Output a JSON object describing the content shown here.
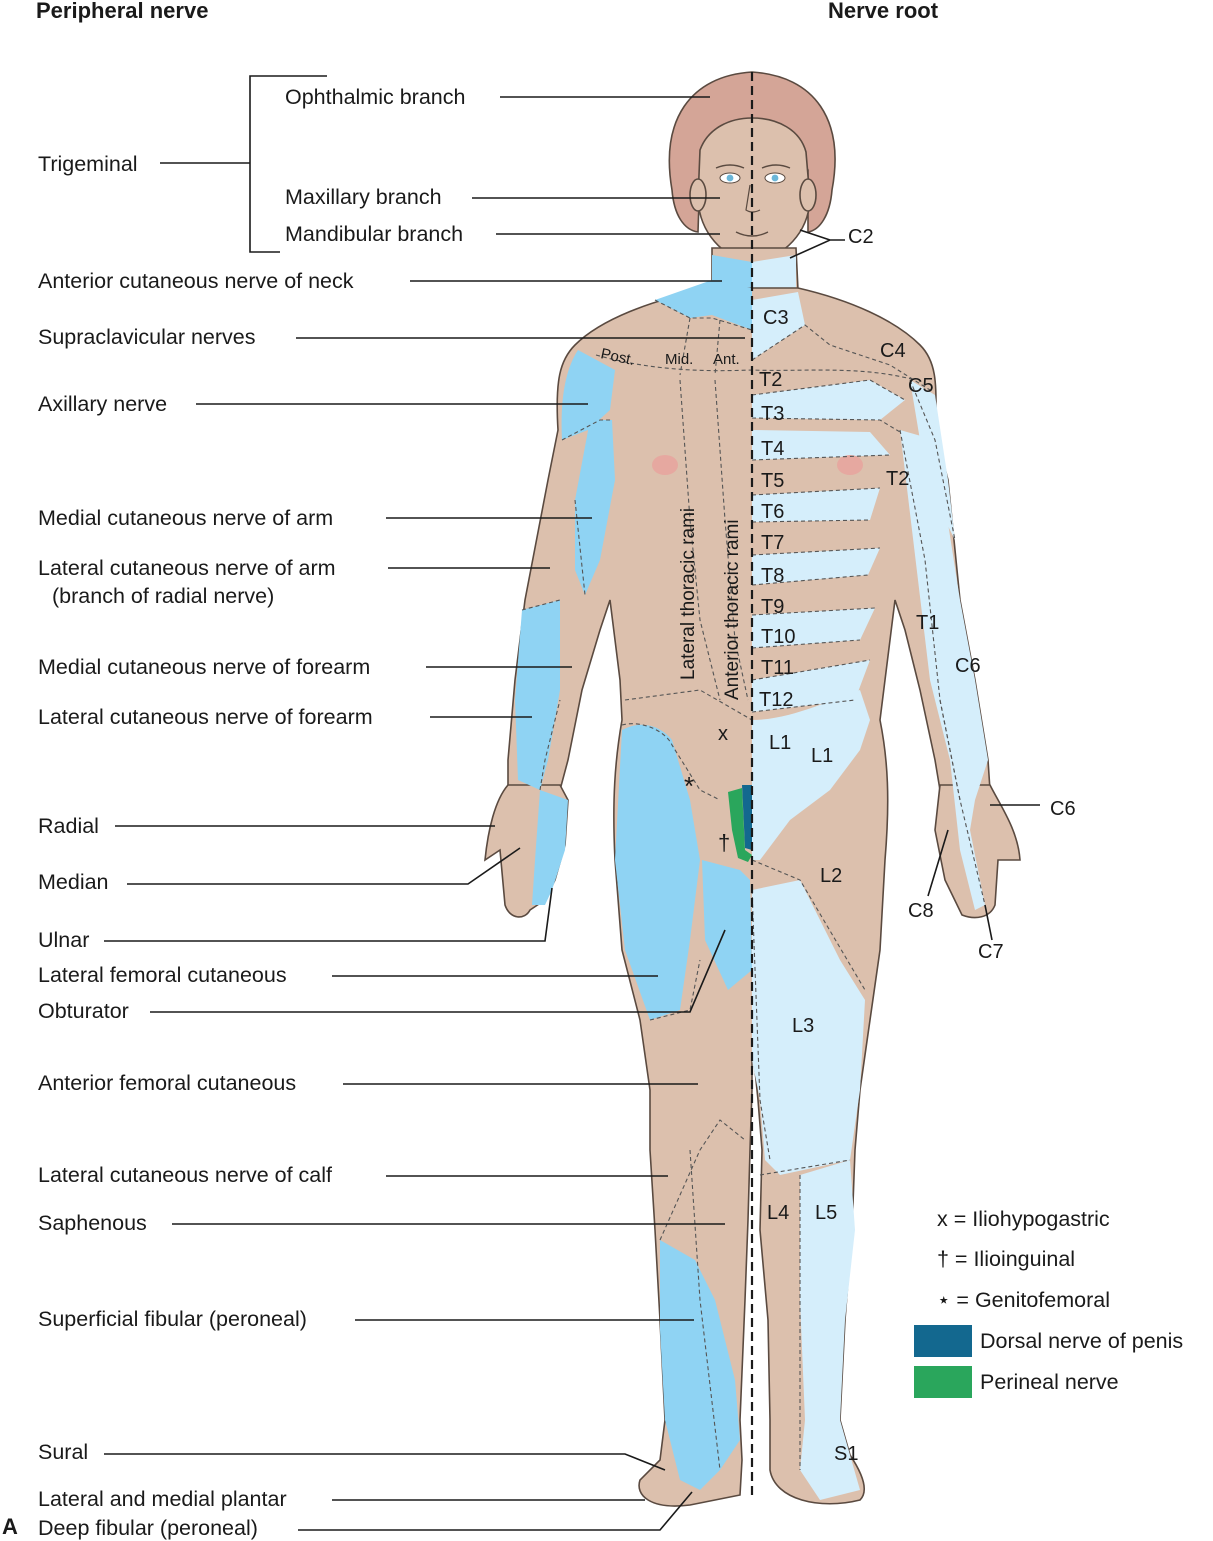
{
  "headers": {
    "left": "Peripheral nerve",
    "right": "Nerve root"
  },
  "panel_letter": "A",
  "peripheral_labels": {
    "ophthalmic": "Ophthalmic branch",
    "trigeminal": "Trigeminal",
    "maxillary": "Maxillary branch",
    "mandibular": "Mandibular branch",
    "ant_cut_neck": "Anterior cutaneous nerve of neck",
    "supraclavicular": "Supraclavicular nerves",
    "axillary": "Axillary nerve",
    "med_cut_arm": "Medial cutaneous nerve of arm",
    "lat_cut_arm": "Lateral cutaneous nerve of arm",
    "lat_cut_arm_sub": "(branch of radial nerve)",
    "med_cut_forearm": "Medial cutaneous nerve of forearm",
    "lat_cut_forearm": "Lateral cutaneous nerve of forearm",
    "radial": "Radial",
    "median": "Median",
    "ulnar": "Ulnar",
    "lat_fem_cut": "Lateral femoral cutaneous",
    "obturator": "Obturator",
    "ant_fem_cut": "Anterior femoral cutaneous",
    "lat_cut_calf": "Lateral cutaneous nerve of calf",
    "saphenous": "Saphenous",
    "sup_fibular": "Superficial fibular (peroneal)",
    "sural": "Sural",
    "plantar": "Lateral and medial plantar",
    "deep_fibular": "Deep fibular (peroneal)"
  },
  "body_labels": {
    "post": "Post.",
    "mid": "Mid.",
    "ant": "Ant.",
    "lat_thoracic": "Lateral thoracic rami",
    "ant_thoracic": "Anterior thoracic rami",
    "x": "x",
    "star": "*",
    "dagger": "†"
  },
  "root_labels": {
    "C2": "C2",
    "C3": "C3",
    "C4": "C4",
    "C5": "C5",
    "C6a": "C6",
    "C6b": "C6",
    "C7": "C7",
    "C8": "C8",
    "T1": "T1",
    "T2a": "T2",
    "T2b": "T2",
    "T3": "T3",
    "T4": "T4",
    "T5": "T5",
    "T6": "T6",
    "T7": "T7",
    "T8": "T8",
    "T9": "T9",
    "T10": "T10",
    "T11": "T11",
    "T12": "T12",
    "L1a": "L1",
    "L1b": "L1",
    "L2": "L2",
    "L3": "L3",
    "L4": "L4",
    "L5": "L5",
    "S1": "S1"
  },
  "legend": {
    "x": "x = Iliohypogastric",
    "dagger": "† = Ilioinguinal",
    "star": "⋆ = Genitofemoral",
    "dorsal": "Dorsal nerve of penis",
    "perineal": "Perineal nerve"
  },
  "colors": {
    "skin": "#dcc0ad",
    "hair": "#d4a597",
    "peripheral_blue": "#8fd3f3",
    "root_blue": "#d5eefb",
    "dorsal_nerve": "#13688f",
    "perineal_nerve": "#2aa65c",
    "nipple": "#e6a8a0"
  }
}
